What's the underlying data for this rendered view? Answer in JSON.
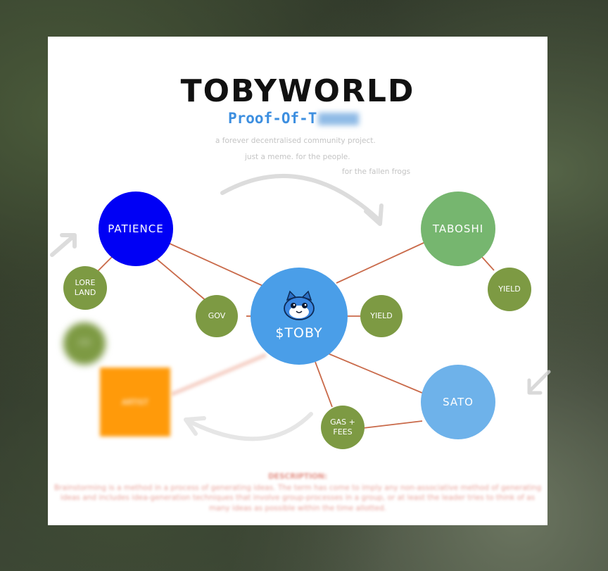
{
  "title": "TOBYWORLD",
  "subtitle": "Proof-Of-T",
  "taglines": [
    "a forever decentralised community project.",
    "just a meme. for the people.",
    "for the fallen frogs"
  ],
  "nodes": {
    "patience": "PATIENCE",
    "taboshi": "TABOSHI",
    "toby": "$TOBY",
    "sato": "SATO",
    "lore_land": "LORE LAND",
    "gov": "GOV",
    "yield_center": "YIELD",
    "yield_right": "YIELD",
    "gas_fees": "GAS + FEES",
    "blurred_small": "???",
    "artist": "ARTIST"
  },
  "description": {
    "heading": "DESCRIPTION:",
    "body": "Brainstorming is a method in a process of generating ideas. The term has come to imply any non-associative method of generating ideas and includes idea-generation techniques that involve group-processes in a group, or at least the leader tries to think of as many ideas as possible within the time allotted."
  },
  "colors": {
    "patience": "#0000f5",
    "taboshi": "#76b66f",
    "toby": "#4a9ee8",
    "sato": "#6eb2ea",
    "olive": "#7d9a43",
    "artist": "#ff9a0a",
    "edge": "#c96a4a",
    "arrow": "#d9d9d9"
  }
}
